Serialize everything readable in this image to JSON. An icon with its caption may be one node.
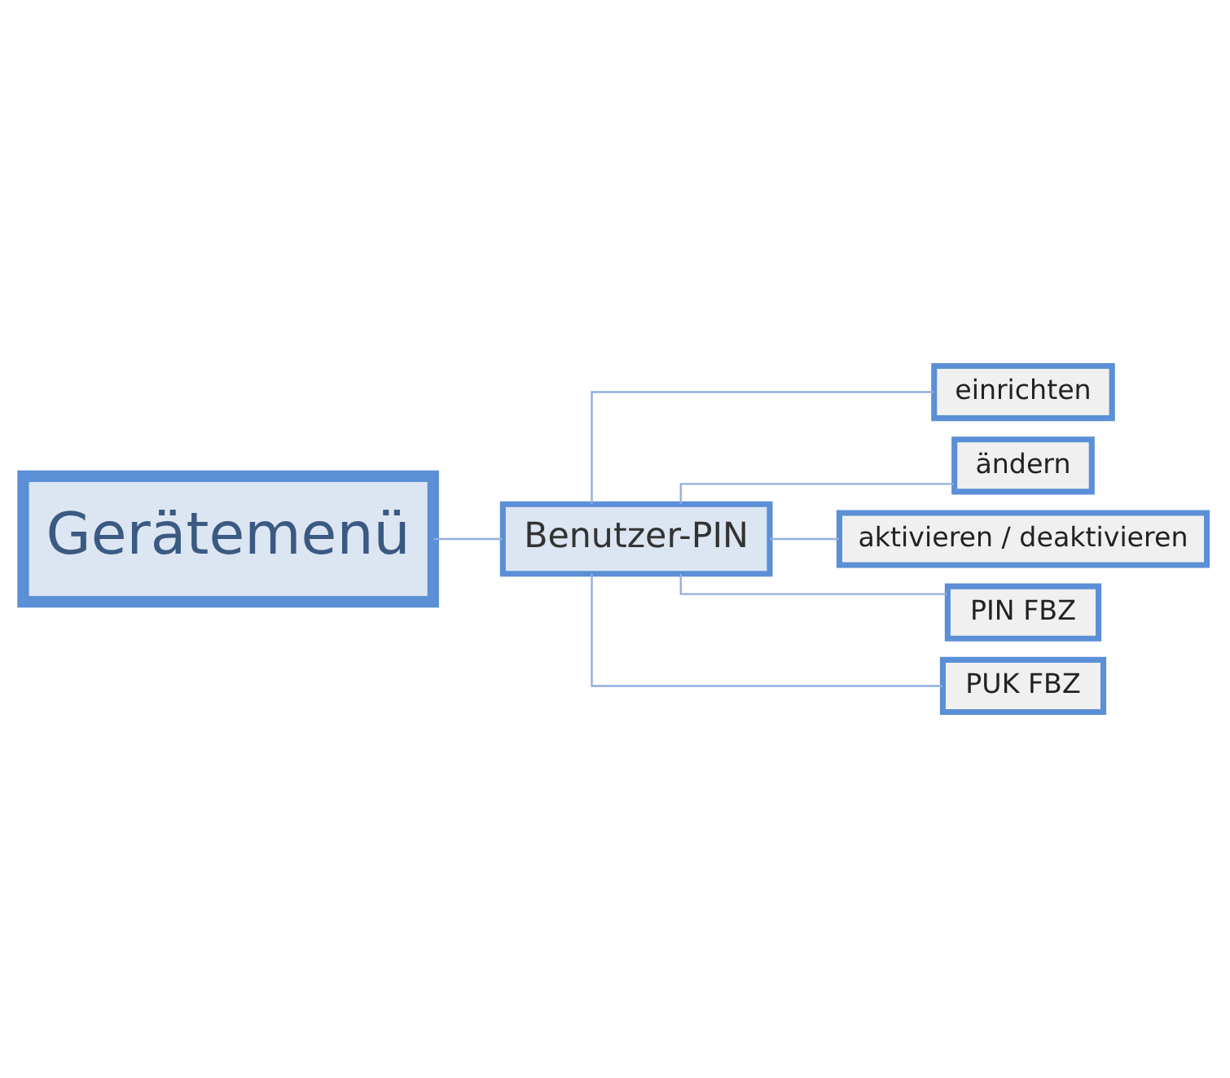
{
  "diagram": {
    "nodes": [
      {
        "text": [
          "Gerätemenü"
        ]
      },
      {
        "text": [
          "Benutzer-PIN"
        ]
      },
      {
        "text": [
          "einrichten"
        ]
      },
      {
        "text": [
          "ändern"
        ]
      },
      {
        "text": [
          "aktivieren / deaktivieren"
        ]
      },
      {
        "text": [
          "PIN FBZ"
        ]
      },
      {
        "text": [
          "PUK FBZ"
        ]
      }
    ],
    "edges": [
      {
        "from": 0,
        "to": 1,
        "arrow": "none"
      },
      {
        "from": 1,
        "to": 2,
        "arrow": "none"
      },
      {
        "from": 1,
        "to": 3,
        "arrow": "none"
      },
      {
        "from": 1,
        "to": 4,
        "arrow": "none"
      },
      {
        "from": 1,
        "to": 5,
        "arrow": "none"
      },
      {
        "from": 1,
        "to": 6,
        "arrow": "none"
      }
    ]
  }
}
